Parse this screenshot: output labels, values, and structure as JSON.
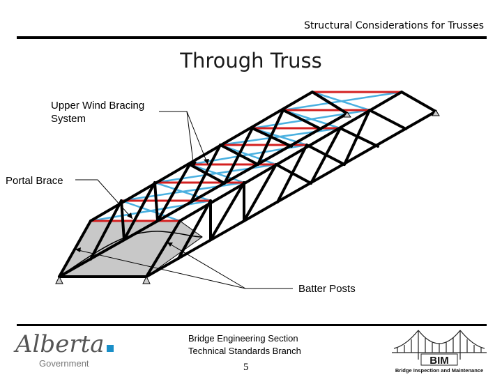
{
  "header": {
    "title": "Structural Considerations for Trusses"
  },
  "slide": {
    "title": "Through Truss"
  },
  "labels": {
    "upper_wind_bracing": "Upper Wind Bracing\nSystem",
    "portal_brace": "Portal Brace",
    "batter_posts": "Batter Posts"
  },
  "footer": {
    "line1": "Bridge Engineering Section",
    "line2": "Technical Standards Branch",
    "page_number": "5"
  },
  "logos": {
    "alberta_wordmark": "Alberta",
    "alberta_sub": "Government",
    "bim_name": "BIM",
    "bim_tagline": "Bridge Inspection and Maintenance"
  },
  "colors": {
    "chord_red": "#d42020",
    "bracing_blue": "#4ab0e0",
    "member_black": "#000000",
    "deck_gray": "#c8c8c8"
  },
  "icons": [
    "bearing-support-icon",
    "alberta-logo",
    "bim-logo"
  ]
}
